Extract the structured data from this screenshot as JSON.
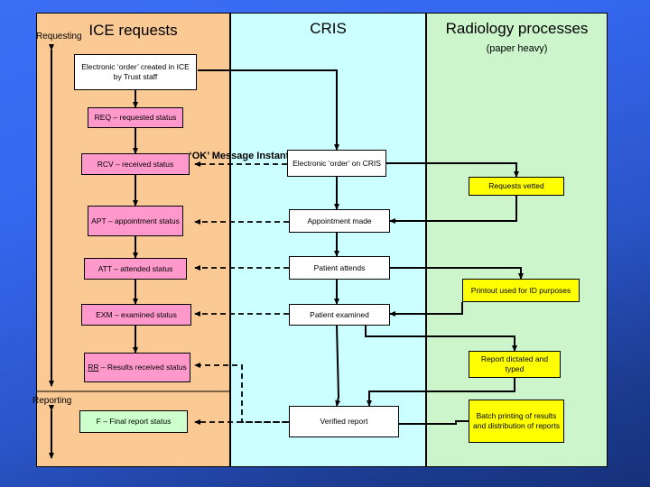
{
  "lanes": [
    {
      "id": "ice",
      "title": "ICE requests",
      "subtitle": ""
    },
    {
      "id": "cris",
      "title": "CRIS",
      "subtitle": ""
    },
    {
      "id": "rad",
      "title": "Radiology processes",
      "subtitle": "(paper heavy)"
    }
  ],
  "axis_labels": {
    "requesting": "Requesting",
    "reporting": "Reporting"
  },
  "free_labels": {
    "ok_message": "‘OK’ Message Instant"
  },
  "nodes": {
    "ice_order_created": "Electronic ‘order’ created in ICE by Trust staff",
    "req_status": "REQ – requested status",
    "rcv_status": "RCV – received status",
    "apt_status": "APT – appointment status",
    "att_status": "ATT – attended status",
    "exm_status": "EXM – examined status",
    "rr_status_prefix": "RR",
    "rr_status_rest": " – Results received status",
    "f_status": "F – Final report status",
    "cris_order": "Electronic ‘order’ on CRIS",
    "appointment_made": "Appointment made",
    "patient_attends": "Patient attends",
    "patient_examined": "Patient examined",
    "verified_report": "Verified report",
    "requests_vetted": "Requests vetted",
    "printout_id": "Printout used for ID purposes",
    "report_dictated": "Report dictated and typed",
    "batch_printing": "Batch printing of results and distribution of reports"
  },
  "colors": {
    "lane_ice": "#fac994",
    "lane_cris": "#ccffff",
    "lane_rad": "#ccf5cc",
    "status_box": "#ff99cc",
    "final_status_box": "#ccffcc",
    "process_box": "#ffffff",
    "paper_box": "#ffff00",
    "background": "#3b6ef5",
    "line": "#000000"
  }
}
